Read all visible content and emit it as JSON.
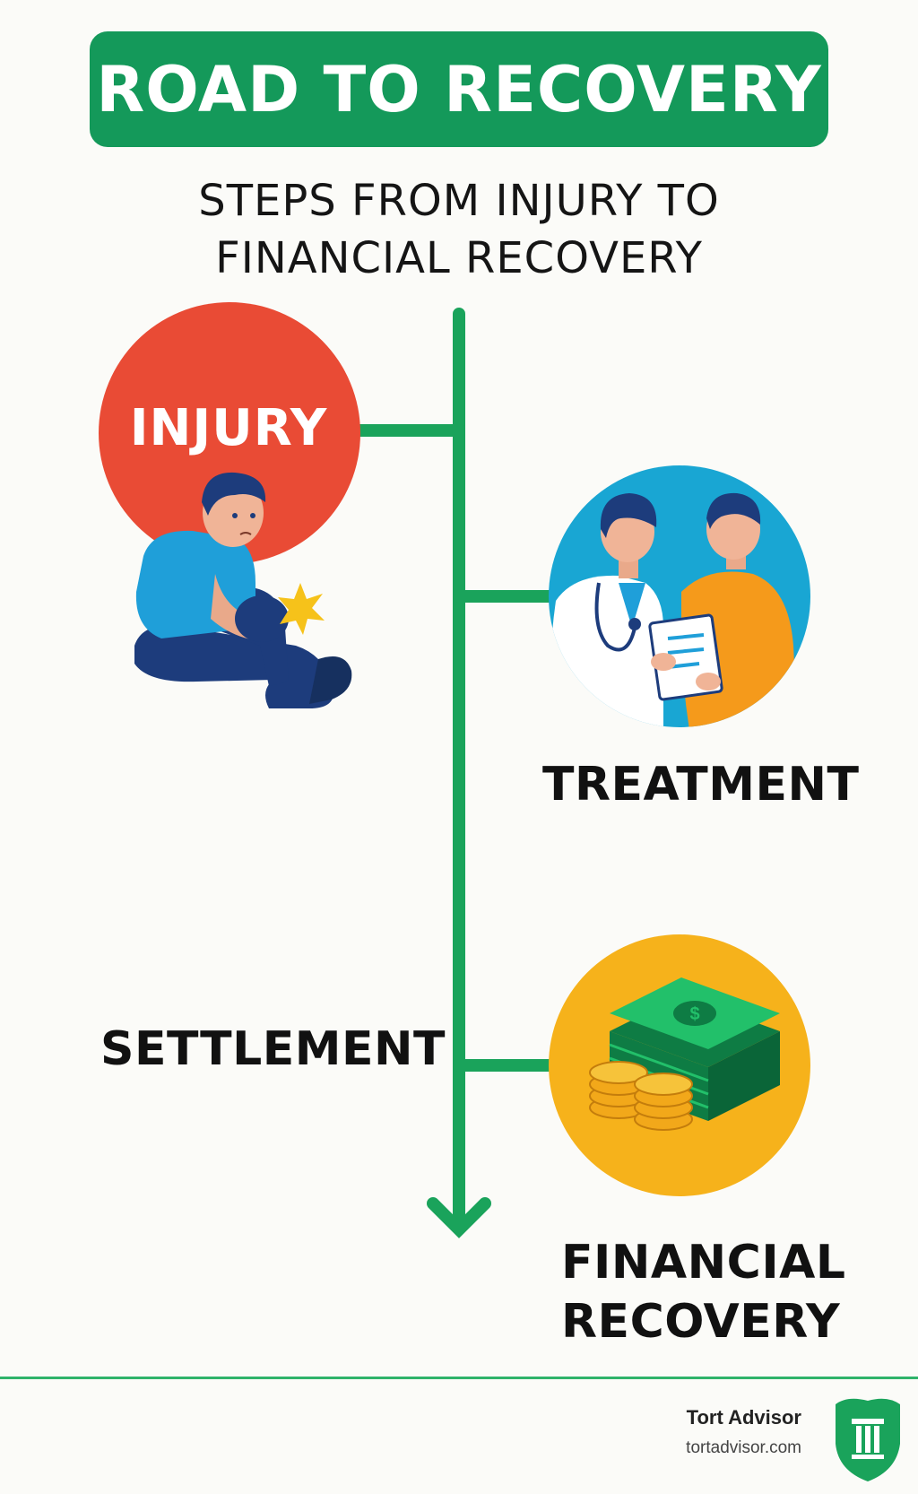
{
  "header": {
    "title": "ROAD TO RECOVERY",
    "subtitle_line1": "STEPS FROM INJURY TO",
    "subtitle_line2": "FINANCIAL RECOVERY"
  },
  "steps": [
    {
      "label": "INJURY",
      "icon": "injured-person-icon",
      "color": "#e94b35"
    },
    {
      "label": "TREATMENT",
      "icon": "doctor-patient-icon",
      "color": "#19a6d3"
    },
    {
      "label": "SETTLEMENT"
    },
    {
      "label_line1": "FINANCIAL",
      "label_line2": "RECOVERY",
      "icon": "money-stack-icon",
      "color": "#f6b21b"
    }
  ],
  "colors": {
    "brand_green": "#14995a",
    "timeline_green": "#1aa35b"
  },
  "footer": {
    "brand": "Tort Advisor",
    "url": "tortadvisor.com",
    "logo_icon": "shield-pillar-icon"
  }
}
